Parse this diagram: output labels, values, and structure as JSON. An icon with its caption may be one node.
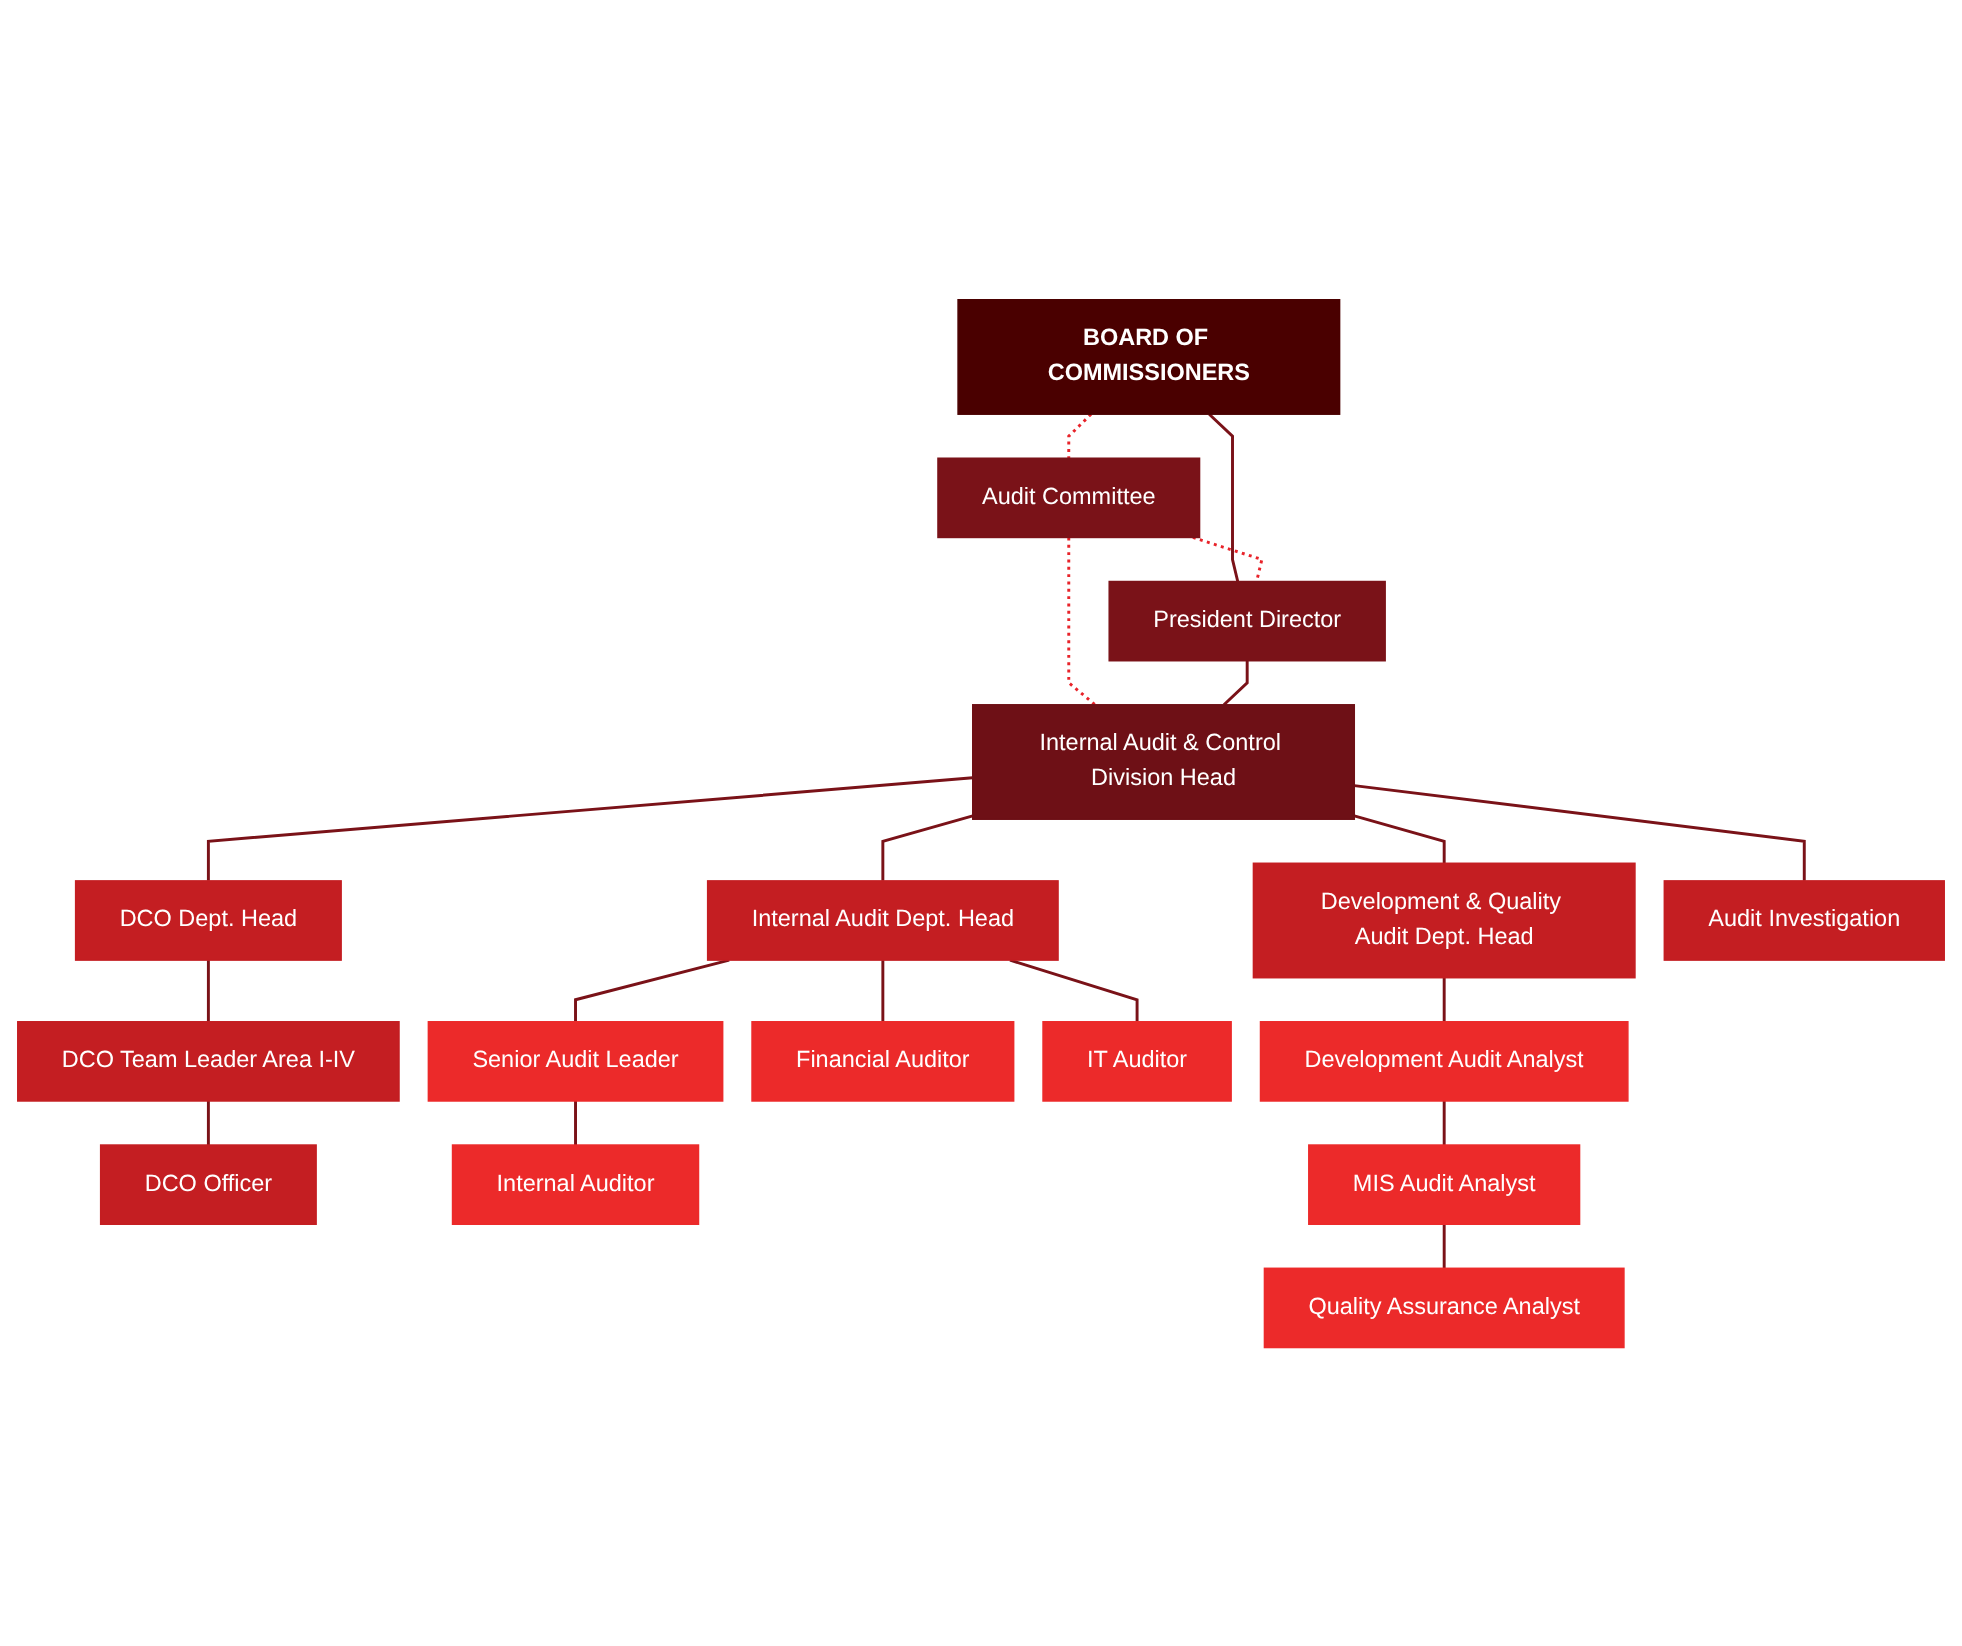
{
  "diagram": {
    "nodes": [
      {
        "text": [
          "BOARD OF COMMISSIONERS"
        ]
      },
      {
        "text": [
          "Audit Committee"
        ]
      },
      {
        "text": [
          "President Director"
        ]
      },
      {
        "text": [
          "Internal Audit & Control Division Head"
        ]
      },
      {
        "text": [
          "DCO Dept. Head"
        ]
      },
      {
        "text": [
          "DCO Team Leader Area I-IV"
        ]
      },
      {
        "text": [
          "DCO Officer"
        ]
      },
      {
        "text": [
          "Internal Audit Dept. Head"
        ]
      },
      {
        "text": [
          "Senior Audit Leader"
        ]
      },
      {
        "text": [
          "Internal Auditor"
        ]
      },
      {
        "text": [
          "Financial Auditor"
        ]
      },
      {
        "text": [
          "IT Auditor"
        ]
      },
      {
        "text": [
          "Development & Quality Audit Dept. Head"
        ]
      },
      {
        "text": [
          "Development Audit Analyst"
        ]
      },
      {
        "text": [
          "MIS Audit Analyst"
        ]
      },
      {
        "text": [
          "Quality Assurance Analyst"
        ]
      },
      {
        "text": [
          "Audit Investigation"
        ]
      }
    ],
    "edges": [
      {
        "from": 0,
        "to": 1,
        "arrow": "none",
        "style": "dashed",
        "color": "#e8232a"
      },
      {
        "from": 0,
        "to": 2,
        "arrow": "none"
      },
      {
        "from": 1,
        "to": 2,
        "arrow": "none",
        "style": "dashed",
        "color": "#e8232a"
      },
      {
        "from": 1,
        "to": 3,
        "arrow": "none",
        "style": "dashed",
        "color": "#e8232a"
      },
      {
        "from": 2,
        "to": 3,
        "arrow": "none"
      },
      {
        "from": 3,
        "to": 4,
        "arrow": "none"
      },
      {
        "from": 3,
        "to": 7,
        "arrow": "none"
      },
      {
        "from": 3,
        "to": 12,
        "arrow": "none"
      },
      {
        "from": 3,
        "to": 16,
        "arrow": "none"
      },
      {
        "from": 4,
        "to": 5,
        "arrow": "none"
      },
      {
        "from": 5,
        "to": 6,
        "arrow": "none"
      },
      {
        "from": 7,
        "to": 8,
        "arrow": "none"
      },
      {
        "from": 8,
        "to": 9,
        "arrow": "none"
      },
      {
        "from": 7,
        "to": 10,
        "arrow": "none"
      },
      {
        "from": 7,
        "to": 11,
        "arrow": "none"
      },
      {
        "from": 12,
        "to": 13,
        "arrow": "none"
      },
      {
        "from": 13,
        "to": 14,
        "arrow": "none"
      },
      {
        "from": 14,
        "to": 15,
        "arrow": "none"
      }
    ]
  }
}
